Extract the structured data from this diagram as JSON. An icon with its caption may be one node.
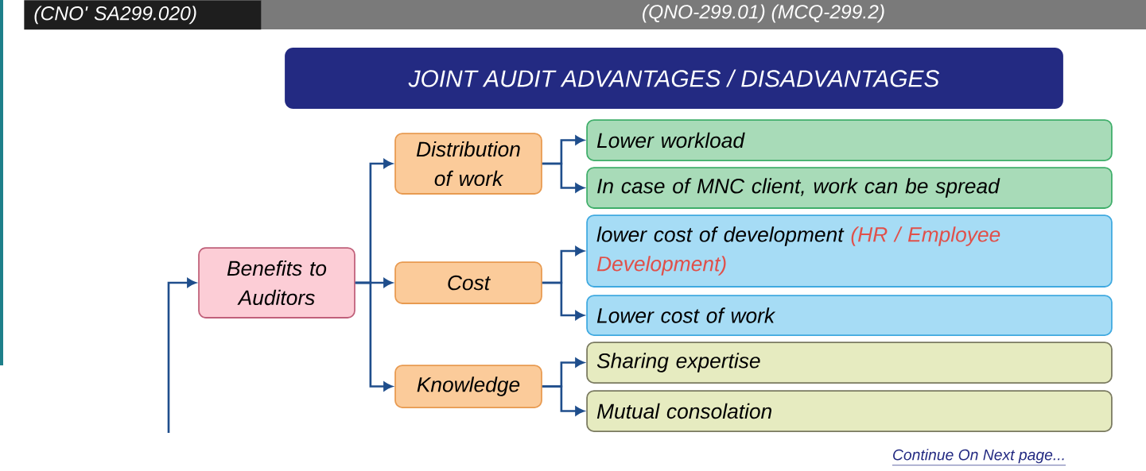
{
  "diagram": {
    "title": "JOINT AUDIT ADVANTAGES / DISADVANTAGES",
    "nodes": [
      {
        "text": [
          "Benefits to Auditors"
        ]
      },
      {
        "text": [
          "Distribution of work"
        ]
      },
      {
        "text": [
          "Cost"
        ]
      },
      {
        "text": [
          "Knowledge"
        ]
      },
      {
        "text": [
          "Lower workload"
        ]
      },
      {
        "text": [
          "In case of MNC client, work can be spread"
        ]
      },
      {
        "text": [
          "lower cost of development",
          "(HR / Employee Development)"
        ]
      },
      {
        "text": [
          "Lower cost of work"
        ]
      },
      {
        "text": [
          "Sharing expertise"
        ]
      },
      {
        "text": [
          "Mutual consolation"
        ]
      }
    ],
    "edges": [
      {
        "from": null,
        "to": 0,
        "arrow": "to"
      },
      {
        "from": 0,
        "to": 1,
        "arrow": "to"
      },
      {
        "from": 0,
        "to": 2,
        "arrow": "to"
      },
      {
        "from": 0,
        "to": 3,
        "arrow": "to"
      },
      {
        "from": 1,
        "to": 4,
        "arrow": "to"
      },
      {
        "from": 1,
        "to": 5,
        "arrow": "to"
      },
      {
        "from": 2,
        "to": 6,
        "arrow": "to"
      },
      {
        "from": 2,
        "to": 7,
        "arrow": "to"
      },
      {
        "from": 3,
        "to": 8,
        "arrow": "to"
      },
      {
        "from": 3,
        "to": 9,
        "arrow": "to"
      }
    ],
    "labels": [
      "(CNO' SA299.020)",
      "(QNO-299.01) (MCQ-299.2)",
      "Continue On Next page..."
    ]
  }
}
